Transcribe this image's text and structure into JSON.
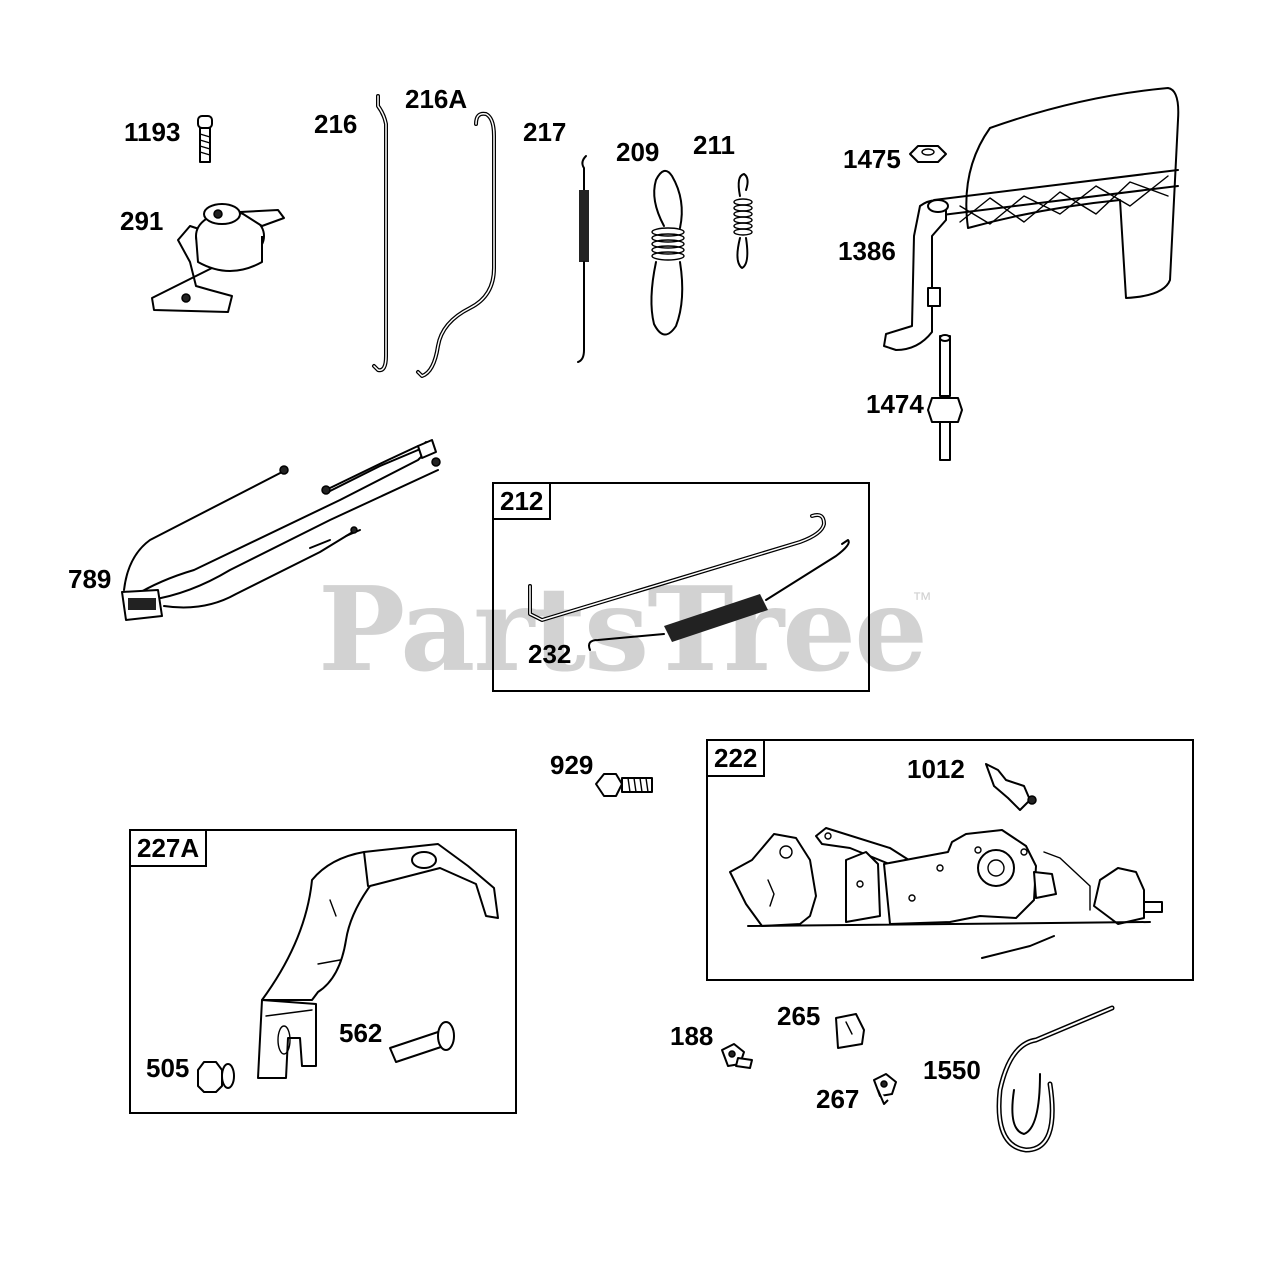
{
  "watermark": {
    "text": "PartsTree",
    "tm": "™"
  },
  "groups": {
    "g212": {
      "label": "212"
    },
    "g222": {
      "label": "222"
    },
    "g227a": {
      "label": "227A"
    }
  },
  "callouts": {
    "p1193": "1193",
    "p291": "291",
    "p216": "216",
    "p216a": "216A",
    "p217": "217",
    "p209": "209",
    "p211": "211",
    "p1475": "1475",
    "p1386": "1386",
    "p1474": "1474",
    "p789": "789",
    "p232": "232",
    "p929": "929",
    "p1012": "1012",
    "p505": "505",
    "p562": "562",
    "p188": "188",
    "p265": "265",
    "p267": "267",
    "p1550": "1550"
  }
}
